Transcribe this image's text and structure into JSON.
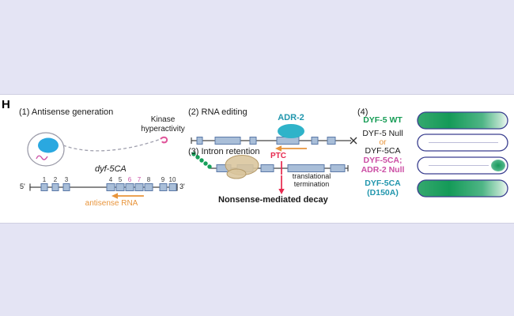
{
  "figure": {
    "panel_label": "H"
  },
  "colors": {
    "background": "#e4e4f4",
    "band": "#ffffff",
    "teal": "#2196ad",
    "teal_fill": "#2fb3c9",
    "green": "#169c55",
    "magenta": "#cc4fa5",
    "orange": "#e8953c",
    "red": "#e6294e",
    "exon_fill": "#a9bed8",
    "exon_border": "#5b79a8",
    "outline_navy": "#3a3f8f",
    "nucleus_blue": "#2aa8e0"
  },
  "p1": {
    "title": "(1) Antisense generation",
    "kinase_label": "Kinase hyperactivity",
    "gene_name": "dyf-5CA",
    "five_prime": "5'",
    "three_prime": "3'",
    "exons": [
      "1",
      "2",
      "3",
      "4",
      "5",
      "6",
      "7",
      "8",
      "9",
      "10"
    ],
    "antisense_label": "antisense RNA"
  },
  "p2": {
    "title": "(2) RNA editing",
    "enzyme": "ADR-2"
  },
  "p3": {
    "title": "(3) Intron retention",
    "ptc": "PTC",
    "termination_label": "translational termination",
    "nmd": "Nonsense-mediated decay"
  },
  "p4": {
    "number": "(4)",
    "rows": [
      {
        "line1": "DYF-5 WT"
      },
      {
        "line1": "DYF-5 Null",
        "conj": "or",
        "line2": "DYF-5CA"
      },
      {
        "line1": "DYF-5CA;",
        "line2": "ADR-2 Null"
      },
      {
        "line1": "DYF-5CA",
        "line2": "(D150A)"
      }
    ]
  }
}
